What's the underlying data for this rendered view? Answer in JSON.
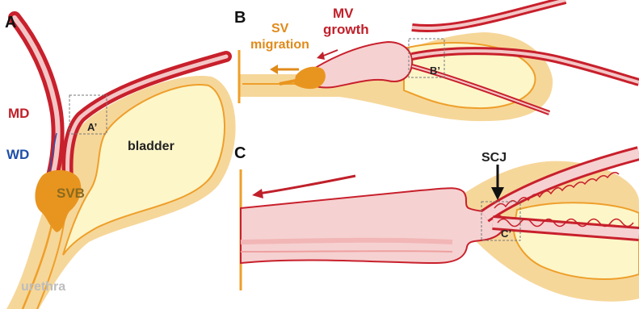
{
  "panels": {
    "a": {
      "letter": "A",
      "labels": {
        "md": "MD",
        "wd": "WD",
        "bladder": "bladder",
        "svb": "SVB",
        "urethra": "urethra",
        "inset": "A’"
      }
    },
    "b": {
      "letter": "B",
      "labels": {
        "sv_line1": "SV",
        "sv_line2": "migration",
        "mv_line1": "MV",
        "mv_line2": "growth",
        "inset": "B’"
      }
    },
    "c": {
      "letter": "C",
      "labels": {
        "scj": "SCJ",
        "inset": "C’"
      }
    }
  },
  "colors": {
    "duct_red": "#c8202c",
    "duct_pink": "#f3c6c6",
    "tissue_tan": "#f6d79a",
    "bladder_fill": "#fdf6c9",
    "svb_orange": "#e8951f",
    "wd_blue": "#2a55b0",
    "text_red": "#c0202a",
    "text_blue": "#1f4fa8",
    "text_orange": "#e08a1a",
    "text_gray": "#bdbdbd"
  }
}
